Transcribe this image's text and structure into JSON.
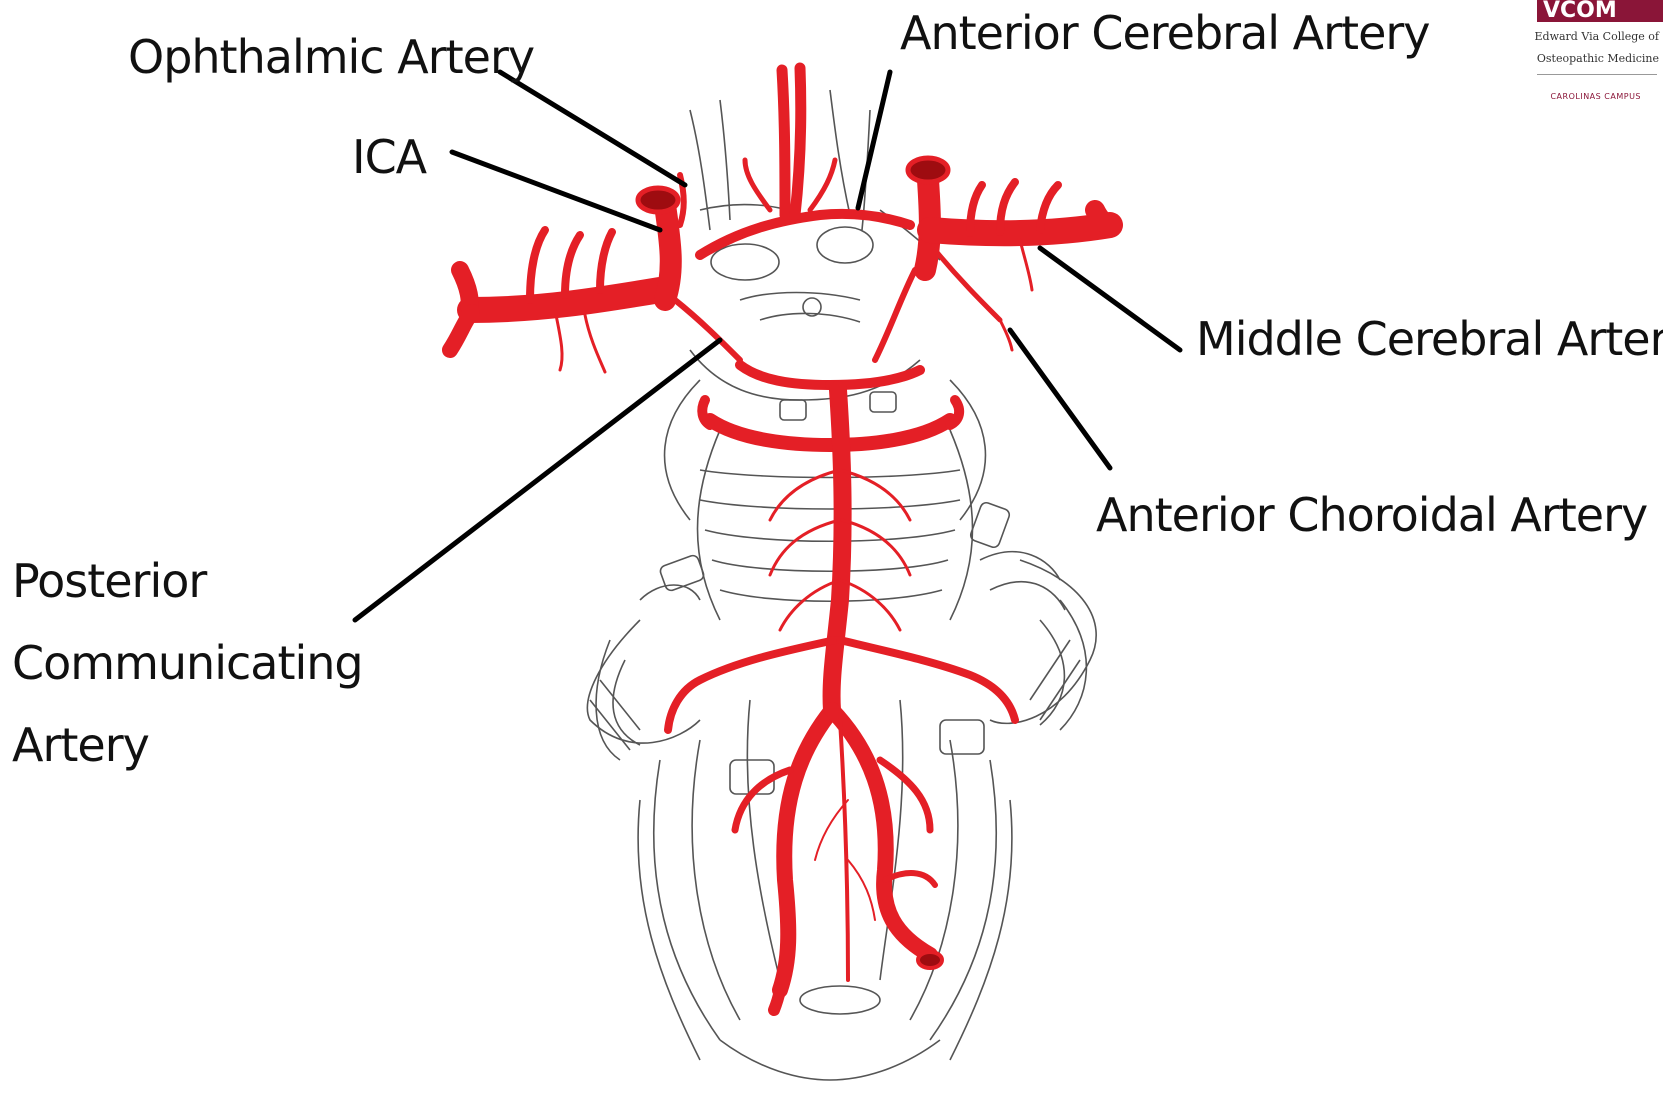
{
  "labels": {
    "ophthalmic": "Ophthalmic Artery",
    "ica": "ICA",
    "anterior_cerebral": "Anterior Cerebral Artery",
    "middle_cerebral": "Middle Cerebral Artery",
    "anterior_choroidal": "Anterior Choroidal Artery",
    "posterior_communicating": [
      "Posterior",
      "Communicating",
      "Artery"
    ]
  },
  "logo": {
    "mark": "VCOM",
    "line1": "Edward Via College of",
    "line2": "Osteopathic Medicine",
    "line3": "CAROLINAS CAMPUS"
  },
  "colors": {
    "artery": "#e41f26",
    "artery_dark": "#9e0c10",
    "outline": "#444444",
    "leader": "#000000",
    "brand": "#8a1538"
  }
}
